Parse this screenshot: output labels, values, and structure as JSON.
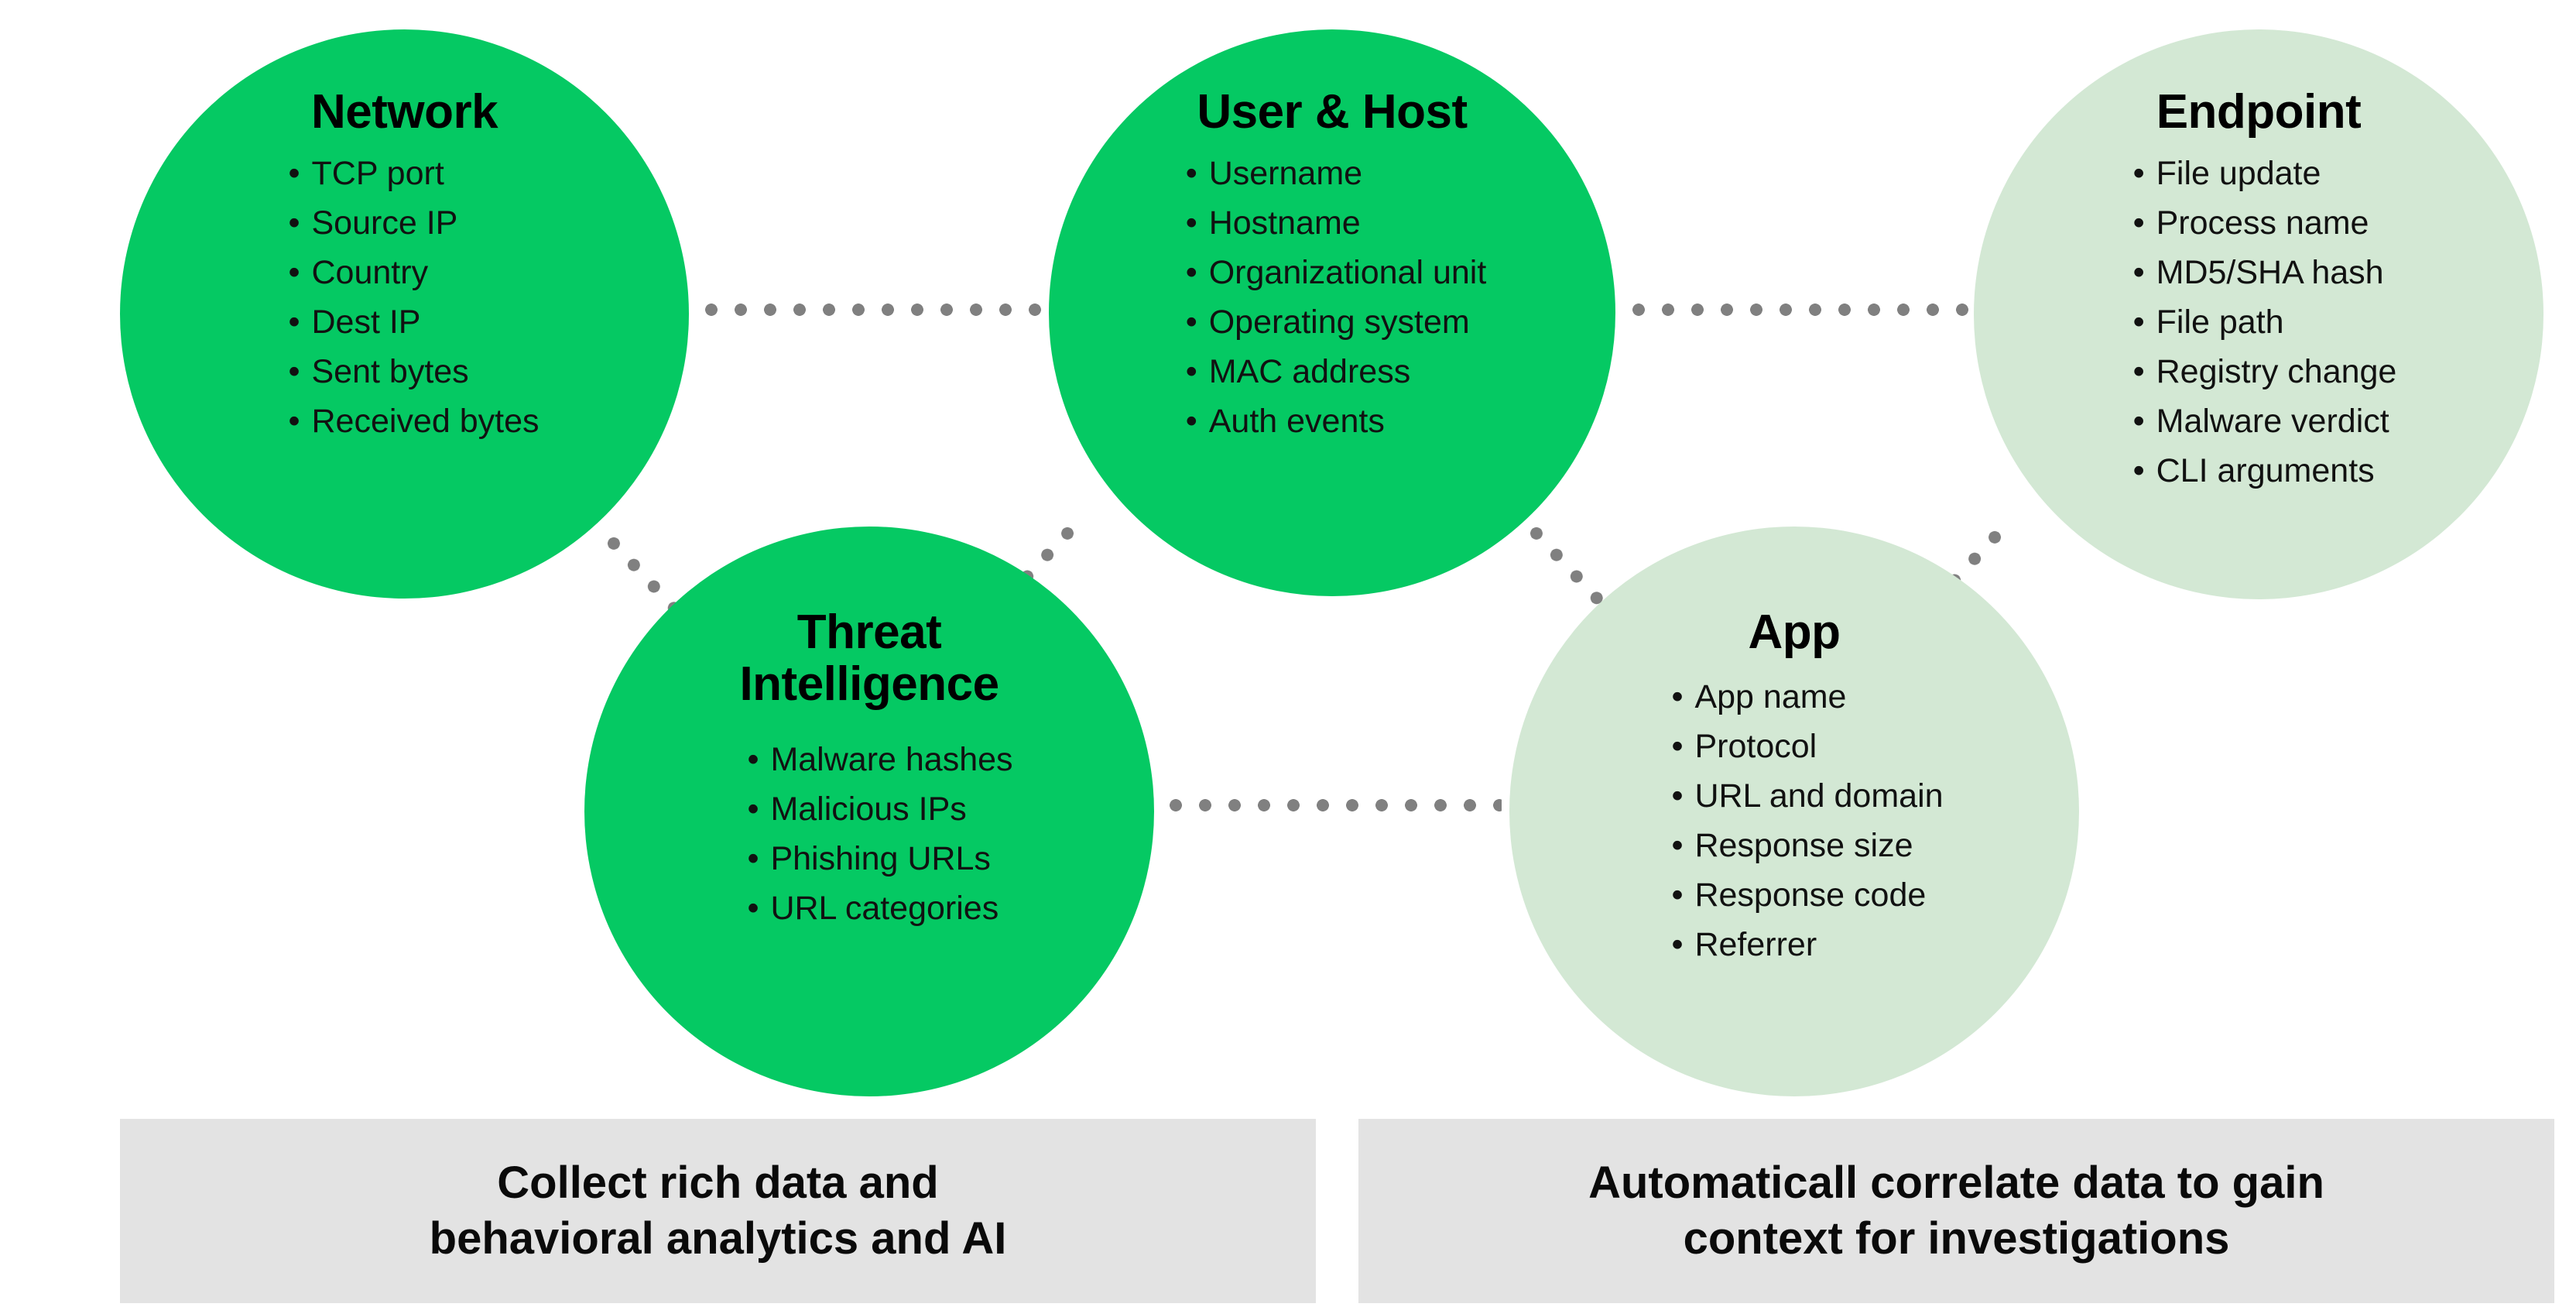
{
  "colors": {
    "primary_green": "#05C963",
    "light_green": "#D3E8D4",
    "connector_gray": "#808080",
    "caption_background": "#E3E3E3",
    "text_black": "#000000",
    "page_background": "#FFFFFF"
  },
  "diagram": {
    "nodes": [
      {
        "id": "network",
        "title": "Network",
        "fill": "dark",
        "items": [
          "TCP port",
          "Source IP",
          "Country",
          "Dest IP",
          "Sent bytes",
          "Received bytes"
        ]
      },
      {
        "id": "user-host",
        "title": "User & Host",
        "fill": "dark",
        "items": [
          "Username",
          "Hostname",
          "Organizational unit",
          "Operating system",
          "MAC address",
          "Auth events"
        ]
      },
      {
        "id": "endpoint",
        "title": "Endpoint",
        "fill": "light",
        "items": [
          "File update",
          "Process name",
          "MD5/SHA hash",
          "File path",
          "Registry change",
          "Malware verdict",
          "CLI arguments"
        ]
      },
      {
        "id": "threat-intelligence",
        "title": "Threat Intelligence",
        "title_line1": "Threat",
        "title_line2": "Intelligence",
        "fill": "dark",
        "items": [
          "Malware hashes",
          "Malicious IPs",
          "Phishing URLs",
          "URL categories"
        ]
      },
      {
        "id": "app",
        "title": "App",
        "fill": "light",
        "items": [
          "App name",
          "Protocol",
          "URL and domain",
          "Response size",
          "Response code",
          "Referrer"
        ]
      }
    ],
    "bullet_glyph": "•",
    "connectors": [
      {
        "id": "network-to-user-host",
        "from": "network",
        "to": "user-host"
      },
      {
        "id": "user-host-to-endpoint",
        "from": "user-host",
        "to": "endpoint"
      },
      {
        "id": "threat-to-app",
        "from": "threat-intelligence",
        "to": "app"
      },
      {
        "id": "network-to-threat",
        "from": "network",
        "to": "threat-intelligence"
      },
      {
        "id": "user-host-to-threat",
        "from": "user-host",
        "to": "threat-intelligence"
      },
      {
        "id": "user-host-to-app",
        "from": "user-host",
        "to": "app"
      },
      {
        "id": "app-to-endpoint",
        "from": "app",
        "to": "endpoint"
      }
    ]
  },
  "captions": {
    "left": {
      "line1": "Collect rich data and",
      "line2": "behavioral analytics and AI"
    },
    "right": {
      "line1": "Automaticall correlate data to gain",
      "line2": "context for investigations"
    }
  }
}
